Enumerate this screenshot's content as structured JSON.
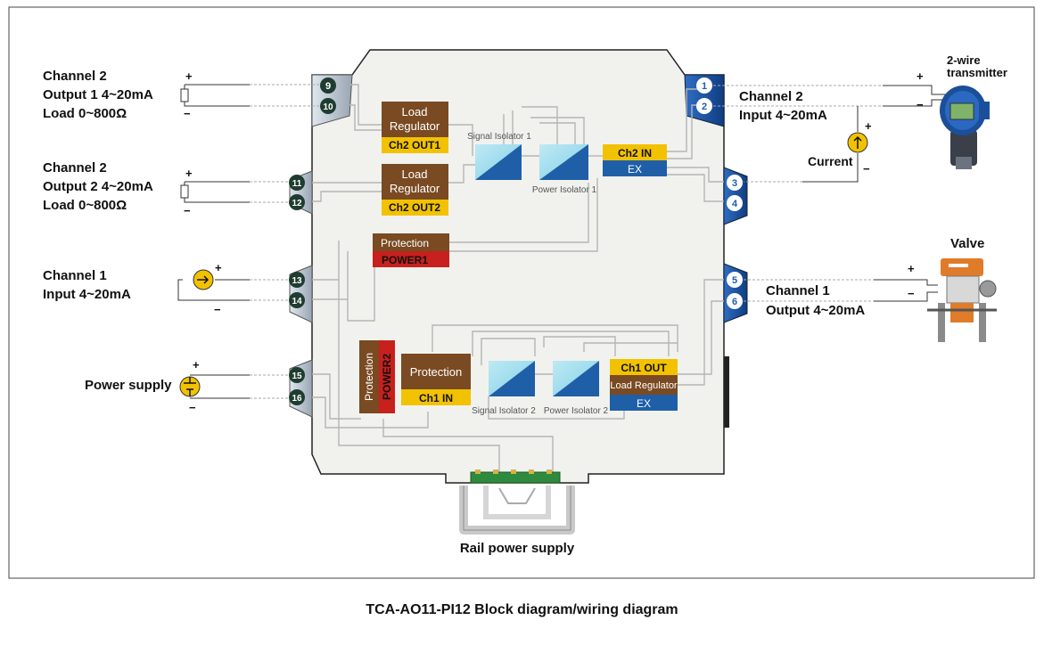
{
  "left": {
    "ch2_out1": {
      "line1": "Channel 2",
      "line2": "Output 1  4~20mA",
      "line3": "Load 0~800Ω",
      "plus": "+",
      "minus": "−"
    },
    "ch2_out2": {
      "line1": "Channel 2",
      "line2": "Output 2  4~20mA",
      "line3": "Load 0~800Ω",
      "plus": "+",
      "minus": "−"
    },
    "ch1_in": {
      "line1": "Channel 1",
      "line2": "Input  4~20mA",
      "plus": "+",
      "minus": "−"
    },
    "power": {
      "label": "Power supply",
      "plus": "+",
      "minus": "−"
    }
  },
  "right": {
    "transmitter": {
      "line1": "2-wire",
      "line2": "transmitter",
      "plus": "+",
      "minus": "−"
    },
    "ch2_in": {
      "line1": "Channel 2",
      "line2": "Input  4~20mA",
      "current": "Current",
      "plus": "+",
      "minus": "−"
    },
    "valve": {
      "label": "Valve",
      "plus": "+",
      "minus": "−"
    },
    "ch1_out": {
      "line1": "Channel 1",
      "line2": "Output  4~20mA"
    }
  },
  "terminals": {
    "t1": "1",
    "t2": "2",
    "t3": "3",
    "t4": "4",
    "t5": "5",
    "t6": "6",
    "t9": "9",
    "t10": "10",
    "t11": "11",
    "t12": "12",
    "t13": "13",
    "t14": "14",
    "t15": "15",
    "t16": "16"
  },
  "blocks": {
    "lr1_top1": "Load",
    "lr1_top2": "Regulator",
    "lr1_bottom": "Ch2  OUT1",
    "lr2_top1": "Load",
    "lr2_top2": "Regulator",
    "lr2_bottom": "Ch2  OUT2",
    "ch2in_top": "Ch2  IN",
    "ch2in_bottom": "EX",
    "prot1_top": "Protection",
    "prot1_bottom": "POWER1",
    "prot2_left": "Protection",
    "prot2_right": "POWER2",
    "ch1in_top": "Protection",
    "ch1in_bottom": "Ch1  IN",
    "ch1out_top": "Ch1  OUT",
    "ch1out_mid": "Load Regulator",
    "ch1out_bottom": "EX",
    "sig_iso1": "Signal Isolator 1",
    "pow_iso1": "Power Isolator 1",
    "sig_iso2": "Signal Isolator 2",
    "pow_iso2": "Power Isolator 2"
  },
  "rail": "Rail power supply",
  "caption": "TCA-AO11-PI12    Block diagram/wiring diagram",
  "colors": {
    "brown": "#7a4a22",
    "yellow": "#f2c200",
    "blue": "#1f5fa8",
    "red": "#c8201c",
    "terminal_blue": "#2a63b4",
    "terminal_grey": "#b8c2cc"
  }
}
